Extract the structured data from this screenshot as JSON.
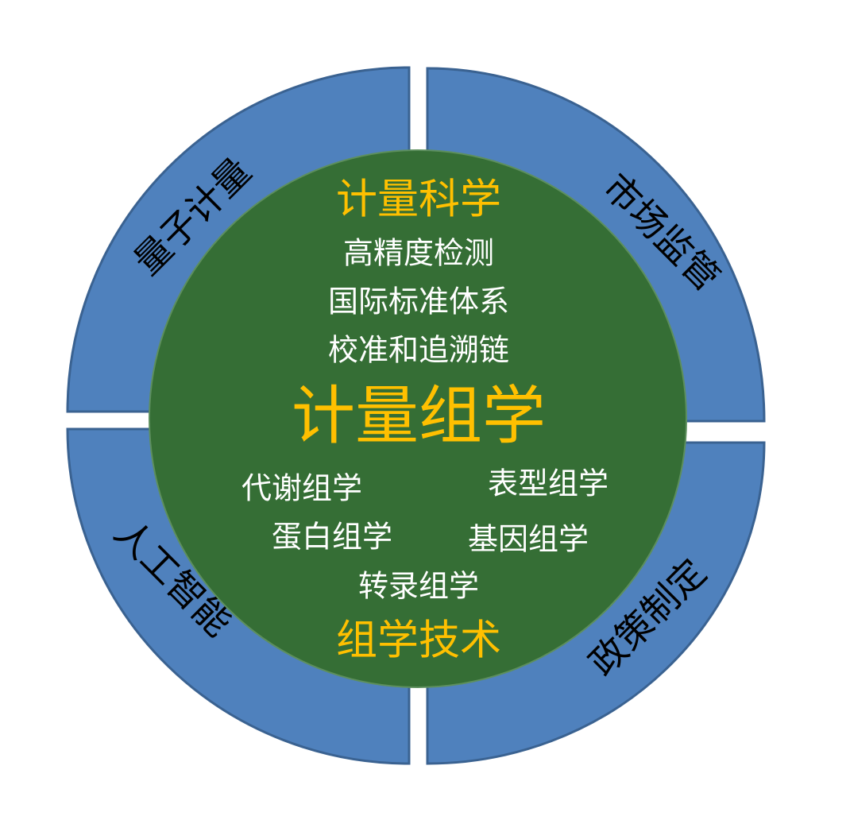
{
  "outer_ring": {
    "top_left": "量子计量",
    "top_right": "市场监管",
    "bottom_left": "人工智能",
    "bottom_right": "政策制定"
  },
  "center": {
    "top_heading": "计量科学",
    "metrology_items": [
      "高精度检测",
      "国际标准体系",
      "校准和追溯链"
    ],
    "main_title": "计量组学",
    "omics_items": [
      "代谢组学",
      "表型组学",
      "蛋白组学",
      "基因组学",
      "转录组学"
    ],
    "bottom_heading": "组学技术"
  },
  "colors": {
    "ring": "#4F81BD",
    "center": "#356E35",
    "accent": "#FFC000"
  }
}
